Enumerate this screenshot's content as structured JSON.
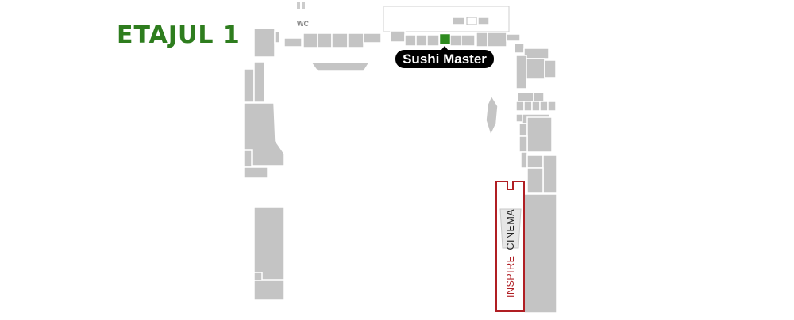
{
  "floor": {
    "title": "ETAJUL 1",
    "title_color": "#2e7d1e"
  },
  "wc_label": "WC",
  "highlight": {
    "store_name": "Sushi Master",
    "marker_color": "#2e8b1f",
    "callout_bg": "#000000",
    "callout_text_color": "#ffffff"
  },
  "cinema": {
    "brand": "INSPIRE",
    "word": "CINEMA",
    "brand_color": "#b01e23",
    "word_color": "#222222",
    "outline_color": "#b01e23"
  },
  "colors": {
    "unit_fill": "#c4c4c4",
    "background": "#ffffff"
  }
}
